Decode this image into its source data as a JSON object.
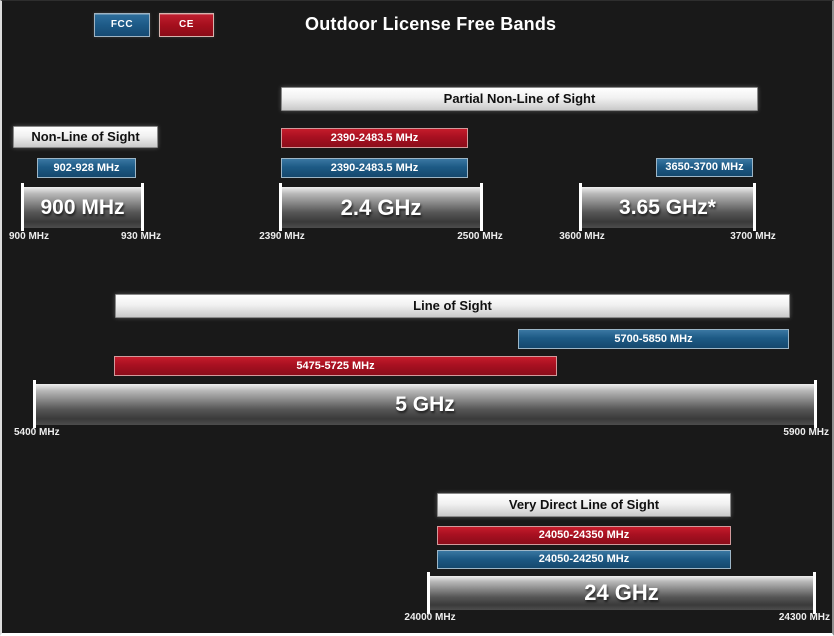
{
  "title": "Outdoor License Free Bands",
  "legend": {
    "fcc_label": "FCC",
    "ce_label": "CE"
  },
  "headers": {
    "non_line_of_sight": "Non-Line of Sight",
    "partial_non_line_of_sight": "Partial Non-Line of Sight",
    "line_of_sight": "Line of Sight",
    "very_direct_line_of_sight": "Very Direct Line of Sight"
  },
  "bands": {
    "mhz900": {
      "name": "900 MHz",
      "fcc_range": "902-928 MHz",
      "axis_start": "900 MHz",
      "axis_end": "930 MHz"
    },
    "ghz2_4": {
      "name": "2.4 GHz",
      "ce_range": "2390-2483.5 MHz",
      "fcc_range": "2390-2483.5 MHz",
      "axis_start": "2390 MHz",
      "axis_end": "2500 MHz"
    },
    "ghz3_65": {
      "name": "3.65 GHz*",
      "fcc_range": "3650-3700 MHz",
      "axis_start": "3600 MHz",
      "axis_end": "3700 MHz"
    },
    "ghz5": {
      "name": "5 GHz",
      "ce_range": "5475-5725 MHz",
      "fcc_range": "5700-5850 MHz",
      "axis_start": "5400 MHz",
      "axis_end": "5900 MHz"
    },
    "ghz24": {
      "name": "24 GHz",
      "ce_range": "24050-24350 MHz",
      "fcc_range": "24050-24250 MHz",
      "axis_start": "24000 MHz",
      "axis_end": "24300 MHz"
    }
  },
  "colors": {
    "background": "#191919",
    "fcc_blue": "#1d5a85",
    "ce_red": "#a50f1d",
    "band_gray": "#6e6e6e",
    "header_white": "#f1f1f1",
    "tick_white": "#ffffff"
  },
  "chart_data": {
    "type": "bar",
    "title": "Outdoor License Free Bands",
    "legend": [
      {
        "name": "FCC",
        "color": "#1d5a85"
      },
      {
        "name": "CE",
        "color": "#a50f1d"
      }
    ],
    "bands": [
      {
        "band": "900 MHz",
        "sight_category": "Non-Line of Sight",
        "axis_mhz": [
          900,
          930
        ],
        "allocations": [
          {
            "regulator": "FCC",
            "range_mhz": [
              902,
              928
            ],
            "label": "902-928 MHz"
          }
        ]
      },
      {
        "band": "2.4 GHz",
        "sight_category": "Partial Non-Line of Sight",
        "axis_mhz": [
          2390,
          2500
        ],
        "allocations": [
          {
            "regulator": "CE",
            "range_mhz": [
              2390,
              2483.5
            ],
            "label": "2390-2483.5 MHz"
          },
          {
            "regulator": "FCC",
            "range_mhz": [
              2390,
              2483.5
            ],
            "label": "2390-2483.5 MHz"
          }
        ]
      },
      {
        "band": "3.65 GHz*",
        "sight_category": "Partial Non-Line of Sight",
        "axis_mhz": [
          3600,
          3700
        ],
        "allocations": [
          {
            "regulator": "FCC",
            "range_mhz": [
              3650,
              3700
            ],
            "label": "3650-3700 MHz"
          }
        ]
      },
      {
        "band": "5 GHz",
        "sight_category": "Line of Sight",
        "axis_mhz": [
          5400,
          5900
        ],
        "allocations": [
          {
            "regulator": "CE",
            "range_mhz": [
              5475,
              5725
            ],
            "label": "5475-5725 MHz"
          },
          {
            "regulator": "FCC",
            "range_mhz": [
              5700,
              5850
            ],
            "label": "5700-5850 MHz"
          }
        ]
      },
      {
        "band": "24 GHz",
        "sight_category": "Very Direct Line of Sight",
        "axis_mhz": [
          24000,
          24300
        ],
        "allocations": [
          {
            "regulator": "CE",
            "range_mhz": [
              24050,
              24350
            ],
            "label": "24050-24350 MHz"
          },
          {
            "regulator": "FCC",
            "range_mhz": [
              24050,
              24250
            ],
            "label": "24050-24250 MHz"
          }
        ]
      }
    ]
  }
}
